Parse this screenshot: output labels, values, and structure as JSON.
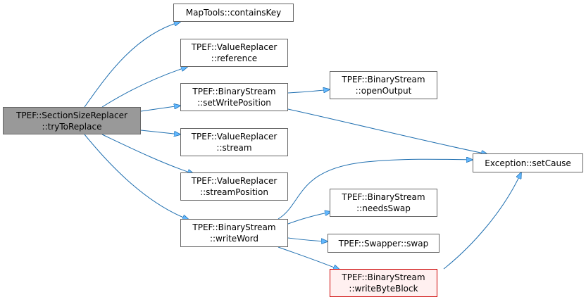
{
  "colors": {
    "edge": "#63b8ff",
    "edge_stroke": "#1f6fb0",
    "node_border": "#666666",
    "root_fill": "#999999",
    "error_border": "#cc0000",
    "error_fill": "#fff0f0"
  },
  "nodes": {
    "root": {
      "line1": "TPEF::SectionSizeReplacer",
      "line2": "::tryToReplace"
    },
    "containsKey": {
      "line1": "MapTools::containsKey",
      "line2": ""
    },
    "reference": {
      "line1": "TPEF::ValueReplacer",
      "line2": "::reference"
    },
    "setWritePosition": {
      "line1": "TPEF::BinaryStream",
      "line2": "::setWritePosition"
    },
    "stream": {
      "line1": "TPEF::ValueReplacer",
      "line2": "::stream"
    },
    "streamPosition": {
      "line1": "TPEF::ValueReplacer",
      "line2": "::streamPosition"
    },
    "writeWord": {
      "line1": "TPEF::BinaryStream",
      "line2": "::writeWord"
    },
    "openOutput": {
      "line1": "TPEF::BinaryStream",
      "line2": "::openOutput"
    },
    "setCause": {
      "line1": "Exception::setCause",
      "line2": ""
    },
    "needsSwap": {
      "line1": "TPEF::BinaryStream",
      "line2": "::needsSwap"
    },
    "swap": {
      "line1": "TPEF::Swapper::swap",
      "line2": ""
    },
    "writeByteBlock": {
      "line1": "TPEF::BinaryStream",
      "line2": "::writeByteBlock"
    }
  },
  "edges": [
    {
      "from": "root",
      "to": "containsKey"
    },
    {
      "from": "root",
      "to": "reference"
    },
    {
      "from": "root",
      "to": "setWritePosition"
    },
    {
      "from": "root",
      "to": "stream"
    },
    {
      "from": "root",
      "to": "streamPosition"
    },
    {
      "from": "root",
      "to": "writeWord"
    },
    {
      "from": "setWritePosition",
      "to": "openOutput"
    },
    {
      "from": "setWritePosition",
      "to": "setCause"
    },
    {
      "from": "writeWord",
      "to": "setCause"
    },
    {
      "from": "writeWord",
      "to": "needsSwap"
    },
    {
      "from": "writeWord",
      "to": "swap"
    },
    {
      "from": "writeWord",
      "to": "writeByteBlock"
    },
    {
      "from": "writeByteBlock",
      "to": "setCause"
    }
  ]
}
